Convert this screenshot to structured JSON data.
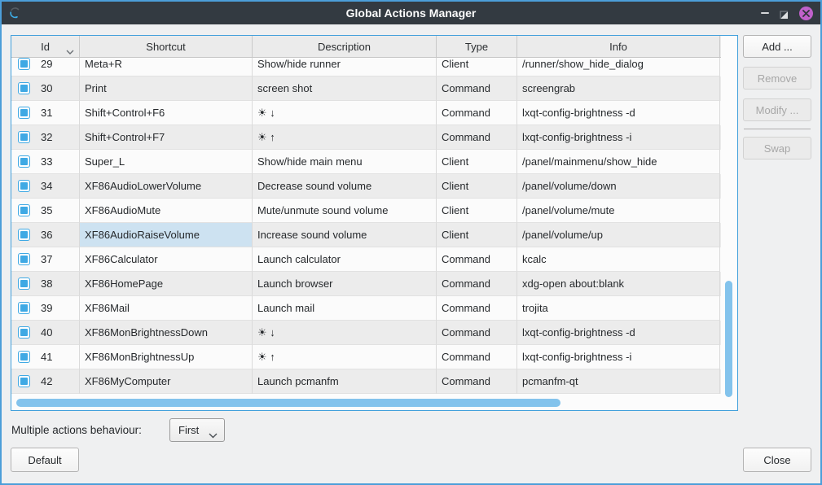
{
  "window": {
    "title": "Global Actions Manager",
    "icon": "shortcut-keys-icon",
    "controls": {
      "minimize": "minimize",
      "restore": "restore",
      "close": "close"
    }
  },
  "colors": {
    "accent": "#42a0dc",
    "titlebar": "#333a41",
    "window_border": "#4c9ed9",
    "close_button": "#c061cb",
    "selection": "#cde2f1",
    "checkbox": "#3fa9e4",
    "scroll_thumb": "#83c3ec"
  },
  "table": {
    "columns": [
      "Id",
      "Shortcut",
      "Description",
      "Type",
      "Info"
    ],
    "sort_column": "Id",
    "first_row_clipped": true,
    "rows": [
      {
        "id": "29",
        "checked": true,
        "shortcut": "Meta+R",
        "description": "Show/hide runner",
        "type": "Client",
        "info": "/runner/show_hide_dialog"
      },
      {
        "id": "30",
        "checked": true,
        "shortcut": "Print",
        "description": "screen shot",
        "type": "Command",
        "info": "screengrab"
      },
      {
        "id": "31",
        "checked": true,
        "shortcut": "Shift+Control+F6",
        "description": "☀ ↓",
        "type": "Command",
        "info": "lxqt-config-brightness -d"
      },
      {
        "id": "32",
        "checked": true,
        "shortcut": "Shift+Control+F7",
        "description": "☀ ↑",
        "type": "Command",
        "info": "lxqt-config-brightness -i"
      },
      {
        "id": "33",
        "checked": true,
        "shortcut": "Super_L",
        "description": "Show/hide main menu",
        "type": "Client",
        "info": "/panel/mainmenu/show_hide"
      },
      {
        "id": "34",
        "checked": true,
        "shortcut": "XF86AudioLowerVolume",
        "description": "Decrease sound volume",
        "type": "Client",
        "info": "/panel/volume/down"
      },
      {
        "id": "35",
        "checked": true,
        "shortcut": "XF86AudioMute",
        "description": "Mute/unmute sound volume",
        "type": "Client",
        "info": "/panel/volume/mute"
      },
      {
        "id": "36",
        "checked": true,
        "shortcut": "XF86AudioRaiseVolume",
        "description": "Increase sound volume",
        "type": "Client",
        "info": "/panel/volume/up",
        "selected_cell": "shortcut"
      },
      {
        "id": "37",
        "checked": true,
        "shortcut": "XF86Calculator",
        "description": "Launch calculator",
        "type": "Command",
        "info": "kcalc"
      },
      {
        "id": "38",
        "checked": true,
        "shortcut": "XF86HomePage",
        "description": "Launch browser",
        "type": "Command",
        "info": "xdg-open about:blank"
      },
      {
        "id": "39",
        "checked": true,
        "shortcut": "XF86Mail",
        "description": "Launch mail",
        "type": "Command",
        "info": "trojita"
      },
      {
        "id": "40",
        "checked": true,
        "shortcut": "XF86MonBrightnessDown",
        "description": "☀ ↓",
        "type": "Command",
        "info": "lxqt-config-brightness -d"
      },
      {
        "id": "41",
        "checked": true,
        "shortcut": "XF86MonBrightnessUp",
        "description": "☀ ↑",
        "type": "Command",
        "info": "lxqt-config-brightness -i"
      },
      {
        "id": "42",
        "checked": true,
        "shortcut": "XF86MyComputer",
        "description": "Launch pcmanfm",
        "type": "Command",
        "info": "pcmanfm-qt"
      }
    ]
  },
  "side_panel": {
    "buttons": [
      {
        "label": "Add ...",
        "enabled": true
      },
      {
        "label": "Remove",
        "enabled": false
      },
      {
        "label": "Modify ...",
        "enabled": false
      },
      {
        "label": "Swap",
        "enabled": false
      }
    ]
  },
  "footer": {
    "multiple_actions_label": "Multiple actions behaviour:",
    "multiple_actions_value": "First",
    "default_button": "Default",
    "close_button": "Close"
  }
}
